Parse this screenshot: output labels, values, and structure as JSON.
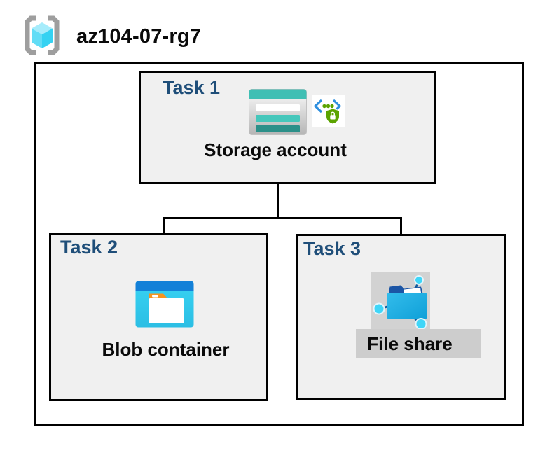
{
  "header": {
    "resource_group": "az104-07-rg7"
  },
  "tasks": [
    {
      "label": "Task 1",
      "resource": "Storage account"
    },
    {
      "label": "Task 2",
      "resource": "Blob container"
    },
    {
      "label": "Task 3",
      "resource": "File share"
    }
  ],
  "icons": {
    "resource_group": "azure-resource-group-brackets-cube",
    "storage_account": "storage-account-teal-bars-card",
    "secure_access": "code-brackets-shield-lock",
    "blob_container": "blob-container-window-folder",
    "file_share": "file-share-folder-network-nodes"
  },
  "colors": {
    "task_label_navy": "#1F4E79",
    "task_box_fill": "#F0F0F0",
    "border_black": "#000000",
    "storage_teal": "#3FBFB4",
    "storage_teal_dark": "#2B9089",
    "blob_blue": "#1380D8",
    "blob_cyan": "#35D1F1",
    "folder_tab_orange": "#F7941E",
    "security_green": "#5BA300",
    "bracket_blue": "#2E8FDF",
    "highlight_gray": "#D2D2D2",
    "node_cyan": "#3FD6F8",
    "flap_navy": "#1B55A5"
  }
}
